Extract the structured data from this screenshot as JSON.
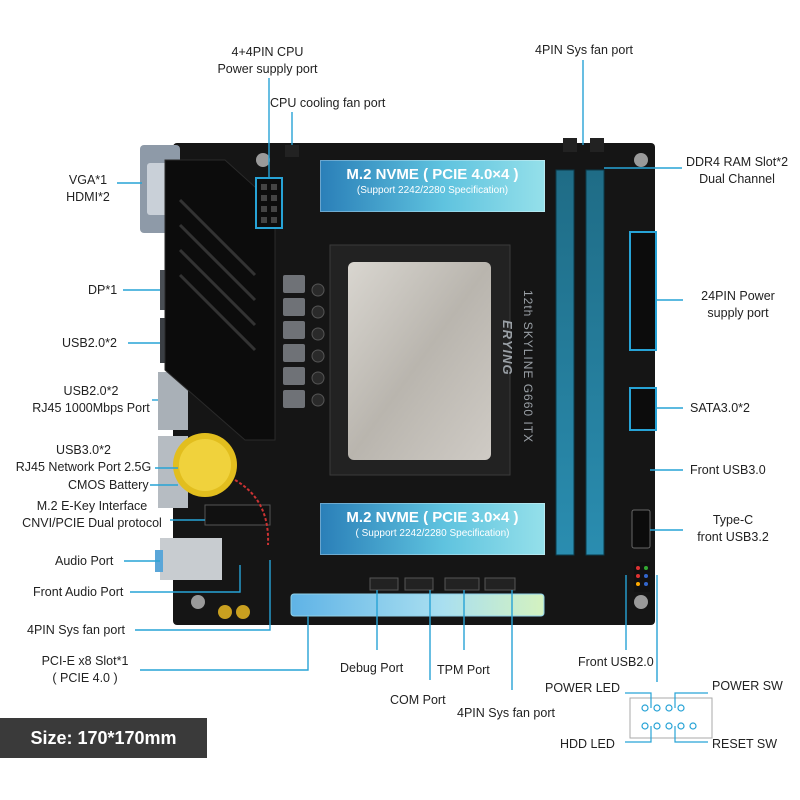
{
  "labels": {
    "cpu_power": "4+4PIN CPU",
    "cpu_power_2": "Power supply port",
    "cpu_fan": "CPU cooling fan port",
    "sys_fan_top": "4PIN Sys fan port",
    "ddr4": "DDR4 RAM Slot*2",
    "ddr4_2": "Dual Channel",
    "vga": "VGA*1",
    "hdmi": "HDMI*2",
    "dp": "DP*1",
    "usb20": "USB2.0*2",
    "usb20_rj45": "USB2.0*2",
    "usb20_rj45_2": "RJ45 1000Mbps Port",
    "usb30": "USB3.0*2",
    "usb30_2": "RJ45 Network Port 2.5G",
    "cmos": "CMOS Battery",
    "m2e": "M.2 E-Key Interface",
    "m2e_2": "CNVI/PCIE Dual protocol",
    "audio": "Audio Port",
    "front_audio": "Front Audio Port",
    "sys_fan_left": "4PIN Sys fan port",
    "pcie": "PCI-E x8 Slot*1",
    "pcie_2": "( PCIE 4.0 )",
    "power_24": "24PIN Power",
    "power_24_2": "supply port",
    "sata": "SATA3.0*2",
    "front_usb30": "Front USB3.0",
    "typec": "Type-C",
    "typec_2": "front USB3.2",
    "front_usb20": "Front USB2.0",
    "debug": "Debug Port",
    "tpm": "TPM Port",
    "com": "COM Port",
    "sys_fan_bottom": "4PIN Sys fan port",
    "power_led": "POWER LED",
    "power_sw": "POWER SW",
    "hdd_led": "HDD LED",
    "reset_sw": "RESET SW"
  },
  "m2_top": {
    "title": "M.2 NVME  ( PCIE 4.0×4 )",
    "sub": "(Support 2242/2280 Specification)"
  },
  "m2_bottom": {
    "title": "M.2 NVME  ( PCIE 3.0×4 )",
    "sub": "( Support 2242/2280 Specification)"
  },
  "board": {
    "brand": "ERYING",
    "model": "12th SKYLINE G660 ITX"
  },
  "size": "Size:  170*170mm",
  "colors": {
    "accent": "#27a3d6",
    "board": "#141414",
    "badge": "#3a3a3a"
  }
}
